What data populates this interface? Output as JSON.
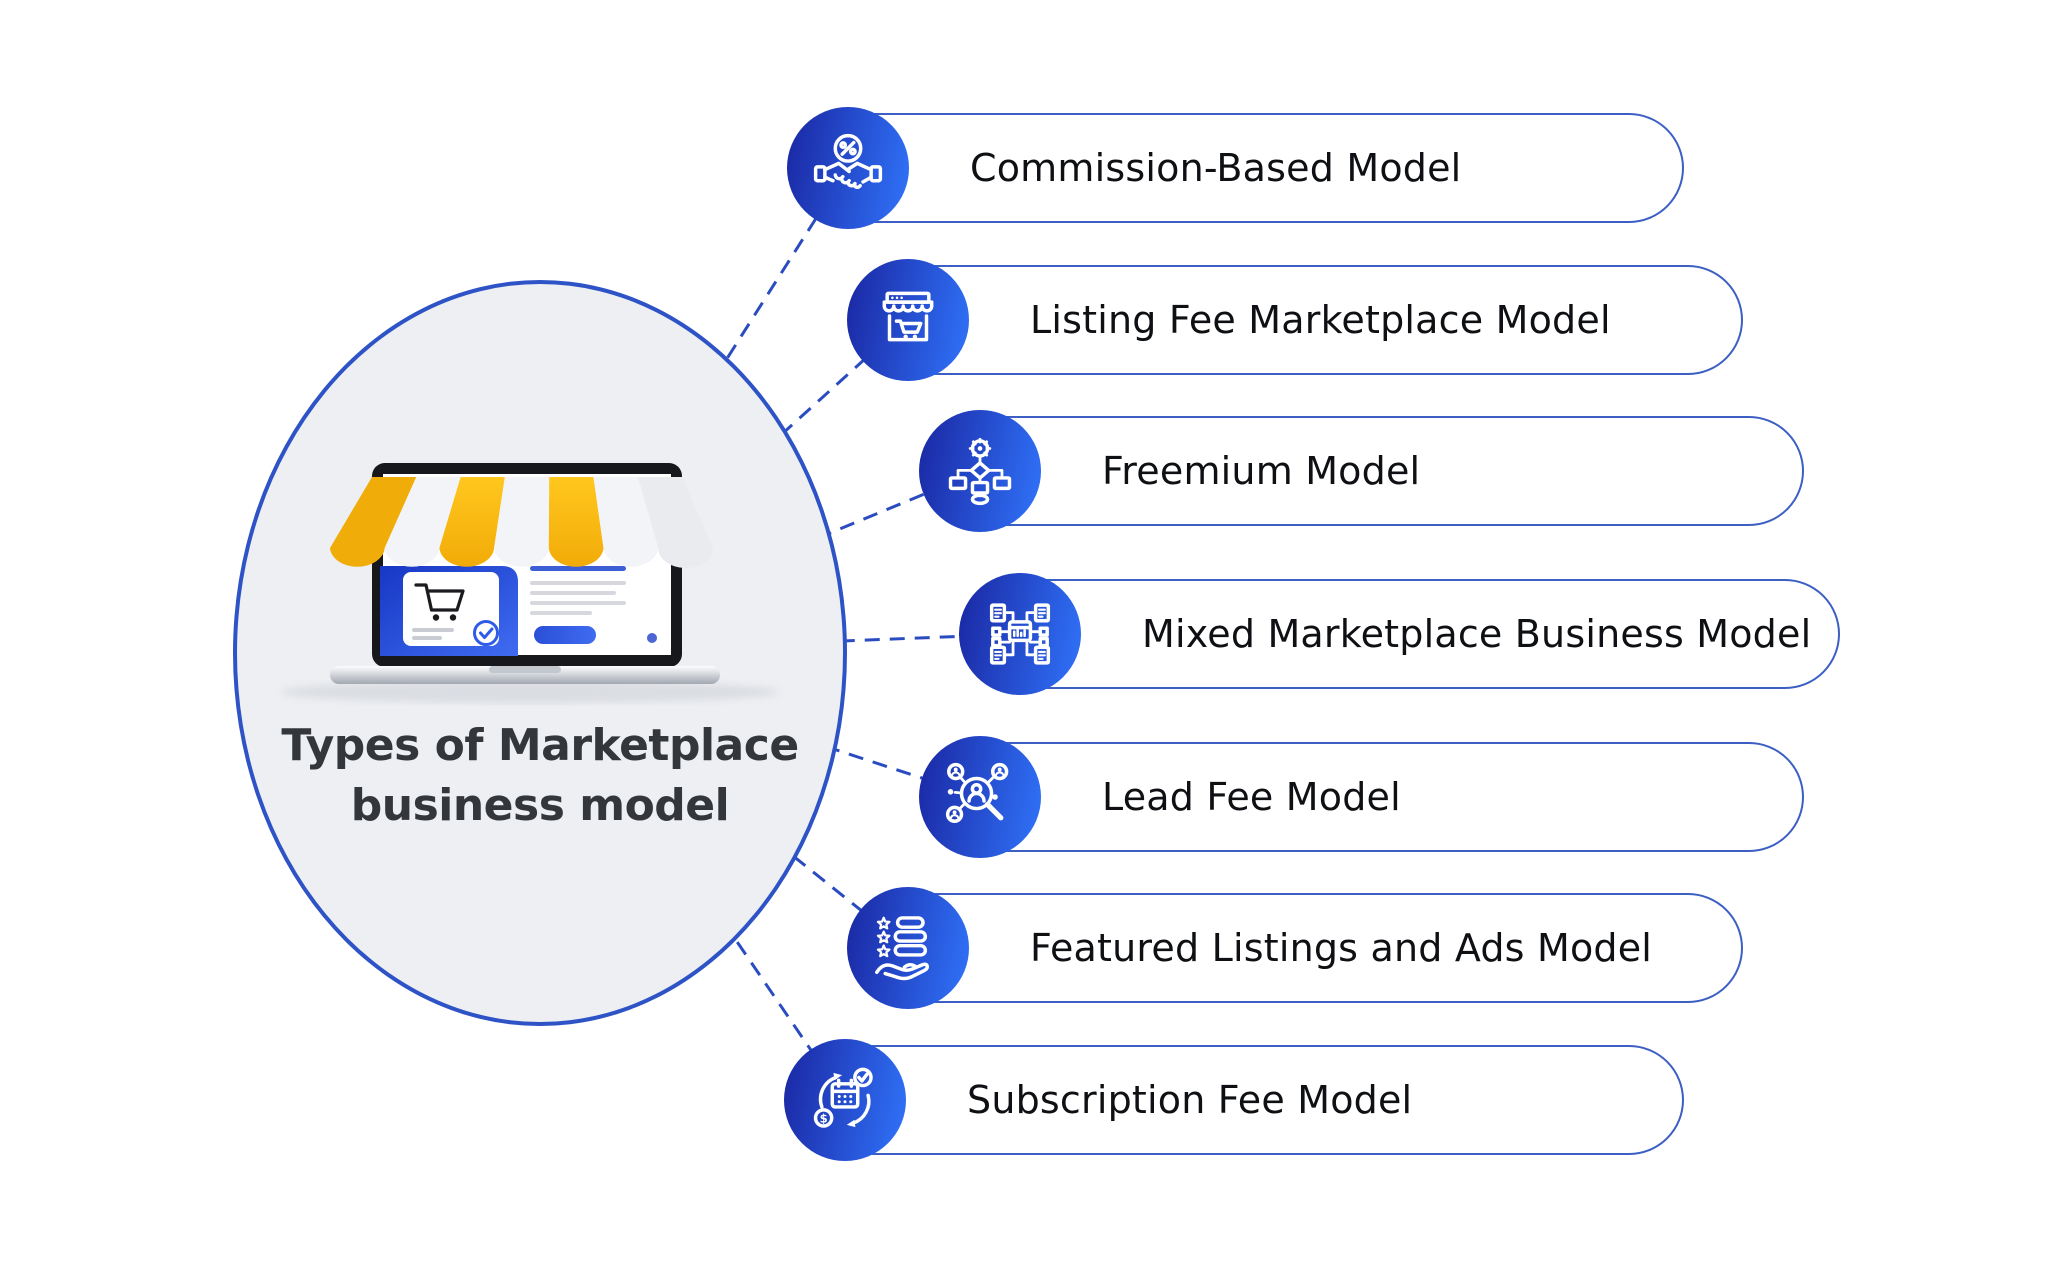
{
  "title": {
    "line1": "Types of Marketplace",
    "line2": "business model"
  },
  "items": [
    {
      "label": "Commission-Based Model",
      "icon": "percent-handshake-icon"
    },
    {
      "label": "Listing Fee Marketplace Model",
      "icon": "storefront-cart-icon"
    },
    {
      "label": "Freemium Model",
      "icon": "gear-flowchart-icon"
    },
    {
      "label": "Mixed Marketplace Business Model",
      "icon": "data-network-icon"
    },
    {
      "label": "Lead Fee Model",
      "icon": "lead-search-icon"
    },
    {
      "label": "Featured Listings and Ads Model",
      "icon": "starred-list-hand-icon"
    },
    {
      "label": "Subscription Fee Model",
      "icon": "calendar-renewal-icon"
    }
  ],
  "colors": {
    "badge_gradient_start": "#1b2aa6",
    "badge_gradient_end": "#2e6cf2",
    "pill_border": "#3c5fc4",
    "connector_blue": "#2b4cc0",
    "ellipse_fill": "#edeff2",
    "ellipse_border": "#2e53c6",
    "awning_yellow": "#f7b70d",
    "awning_white": "#f3f4f7",
    "title_color": "#33363b",
    "label_color": "#0e1013"
  }
}
